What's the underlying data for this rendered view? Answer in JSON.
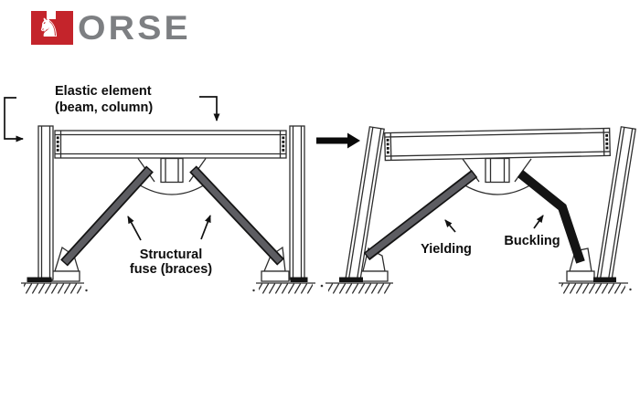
{
  "logo": {
    "text_rest": "ORSE",
    "knight_icon": "♞",
    "color_red": "#c4242b",
    "color_gray": "#7d7f82"
  },
  "left_diagram": {
    "elastic_label_line1": "Elastic element",
    "elastic_label_line2": "(beam, column)",
    "fuse_label_line1": "Structural",
    "fuse_label_line2": "fuse (braces)"
  },
  "right_diagram": {
    "yielding_label": "Yielding",
    "buckling_label": "Buckling"
  },
  "colors": {
    "outline": "#2e2e2e",
    "brace_gray": "#5d5d62",
    "buckling_black": "#141414",
    "background": "#ffffff"
  }
}
